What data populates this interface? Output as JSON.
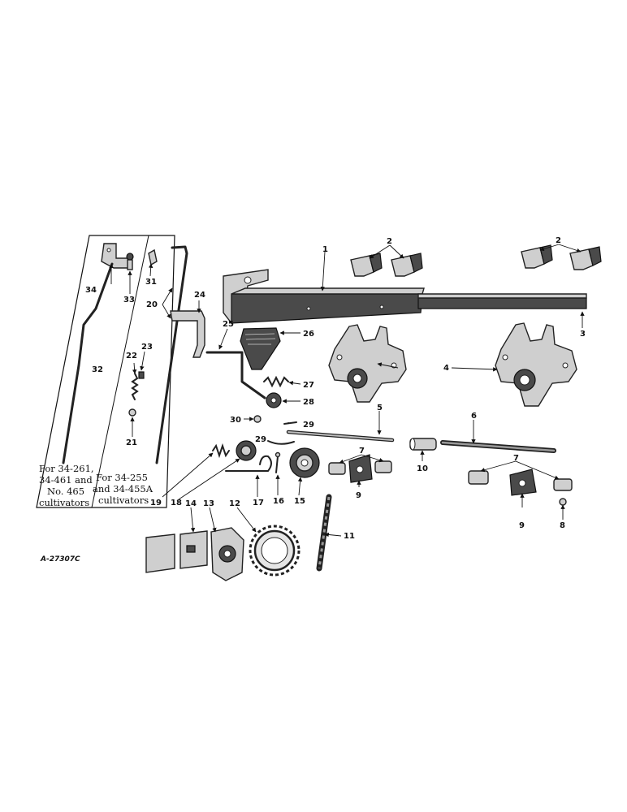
{
  "drawing_number": "A-27307C",
  "notes": {
    "left": [
      "For 34-261,",
      "34-461 and",
      "No. 465",
      "cultivators"
    ],
    "right": [
      "For 34-255",
      "and 34-455A",
      "cultivators"
    ]
  },
  "callouts": {
    "c1": "1",
    "c2a": "2",
    "c2b": "2",
    "c3": "3",
    "c4": "4",
    "c5": "5",
    "c6": "6",
    "c7a": "7",
    "c7b": "7",
    "c8": "8",
    "c9a": "9",
    "c9b": "9",
    "c10": "10",
    "c11": "11",
    "c12": "12",
    "c13": "13",
    "c14": "14",
    "c15": "15",
    "c16": "16",
    "c17": "17",
    "c18": "18",
    "c19": "19",
    "c20": "20",
    "c21": "21",
    "c22": "22",
    "c23": "23",
    "c24": "24",
    "c25": "25",
    "c26": "26",
    "c27": "27",
    "c28": "28",
    "c29a": "29",
    "c29b": "29",
    "c30": "30",
    "c31": "31",
    "c32": "32",
    "c33": "33",
    "c34": "34"
  }
}
